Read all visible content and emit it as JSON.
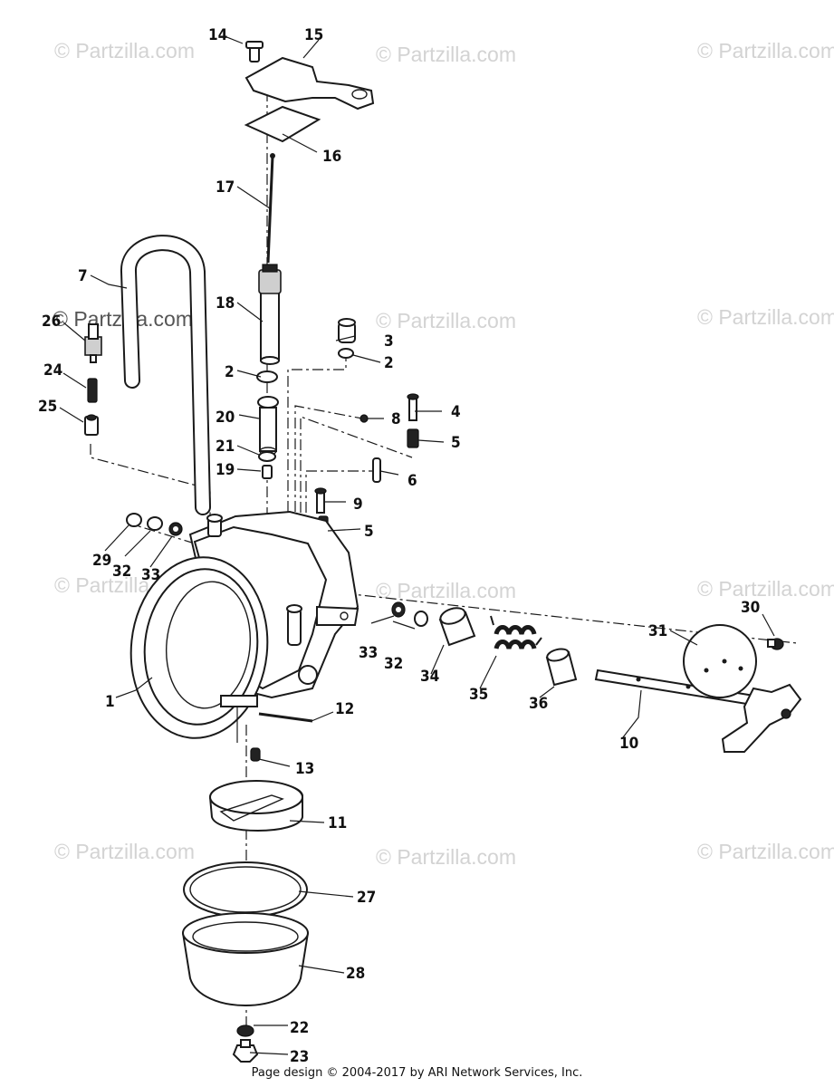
{
  "watermark": "© Partzilla.com",
  "footer": "Page design © 2004-2017 by ARI Network Services, Inc.",
  "callouts": {
    "c1": "1",
    "c2a": "2",
    "c2b": "2",
    "c3": "3",
    "c4": "4",
    "c5a": "5",
    "c5b": "5",
    "c6": "6",
    "c7": "7",
    "c8": "8",
    "c9": "9",
    "c10": "10",
    "c11": "11",
    "c12": "12",
    "c13": "13",
    "c14": "14",
    "c15": "15",
    "c16": "16",
    "c17": "17",
    "c18": "18",
    "c19": "19",
    "c20": "20",
    "c21": "21",
    "c22": "22",
    "c23": "23",
    "c24": "24",
    "c25": "25",
    "c26": "26",
    "c27": "27",
    "c28": "28",
    "c29": "29",
    "c30": "30",
    "c31": "31",
    "c32a": "32",
    "c32b": "32",
    "c33a": "33",
    "c33b": "33",
    "c34": "34",
    "c35": "35",
    "c36": "36"
  }
}
